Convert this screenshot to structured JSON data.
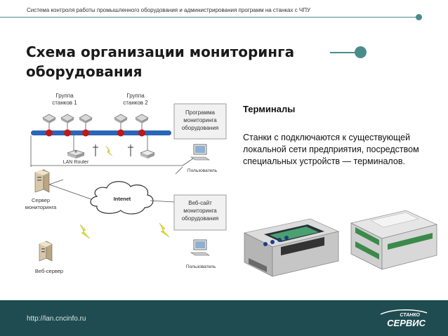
{
  "header": {
    "caption": "Система контроля работы промышленного оборудования и администрирования программ на станках с ЧПУ"
  },
  "slide": {
    "title": "Схема организации мониторинга оборудования"
  },
  "diagram": {
    "group1": "Группа\nстанков 1",
    "group1_l1": "Группа",
    "group1_l2": "станков 1",
    "group2_l1": "Группа",
    "group2_l2": "станков 2",
    "program_l1": "Программа",
    "program_l2": "мониторинга",
    "program_l3": "оборудования",
    "lan_router": "LAN Router",
    "user1": "Пользователь",
    "server_l1": "Сервер",
    "server_l2": "мониторинга",
    "internet": "Intenet",
    "website_l1": "Веб-сайт",
    "website_l2": "мониторинга",
    "website_l3": "оборудования",
    "user2": "Пользователь",
    "webserver": "Веб-сервер"
  },
  "info": {
    "title": "Терминалы",
    "body": "Станки с подключаются к существующей локальной сети предприятия, посредством специальных устройств — терминалов."
  },
  "footer": {
    "url": "http://lan.cncinfo.ru",
    "logo_top": "СТАНКО",
    "logo_bottom": "СЕРВИС"
  },
  "colors": {
    "accent": "#4a8c8c",
    "footer_bg": "#1f4c50",
    "network_bus": "#2a66b8",
    "node_red": "#c01818"
  }
}
